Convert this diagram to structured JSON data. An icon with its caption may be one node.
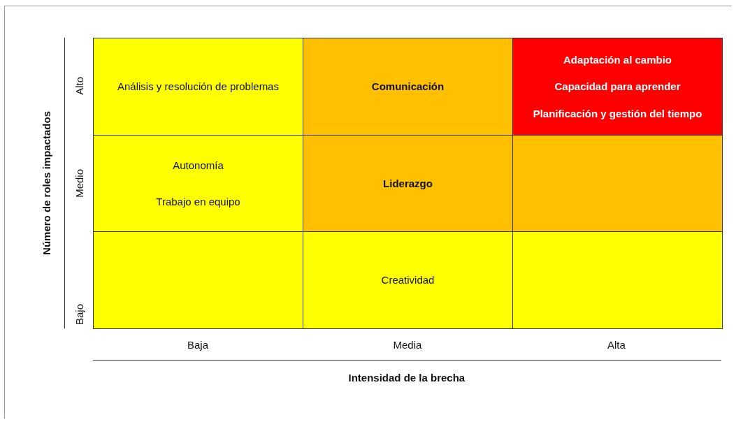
{
  "diagram": {
    "nodes": [
      {
        "text": [
          "Análisis y resolución de problemas"
        ]
      },
      {
        "text": [
          "Comunicación"
        ]
      },
      {
        "text": [
          "Adaptación al cambio",
          "Capacidad para aprender",
          "Planificación y gestión del tiempo"
        ]
      },
      {
        "text": [
          "Autonomía",
          "Trabajo en equipo"
        ]
      },
      {
        "text": [
          "Liderazgo"
        ]
      },
      {
        "text": [],
        "shape": "box"
      },
      {
        "text": [],
        "shape": "box"
      },
      {
        "text": [
          "Creatividad"
        ]
      },
      {
        "text": [],
        "shape": "box"
      }
    ],
    "labels": [
      "Número de roles impactados",
      "Alto",
      "Medio",
      "Bajo",
      "Baja",
      "Media",
      "Alta",
      "Intensidad de la brecha"
    ]
  }
}
